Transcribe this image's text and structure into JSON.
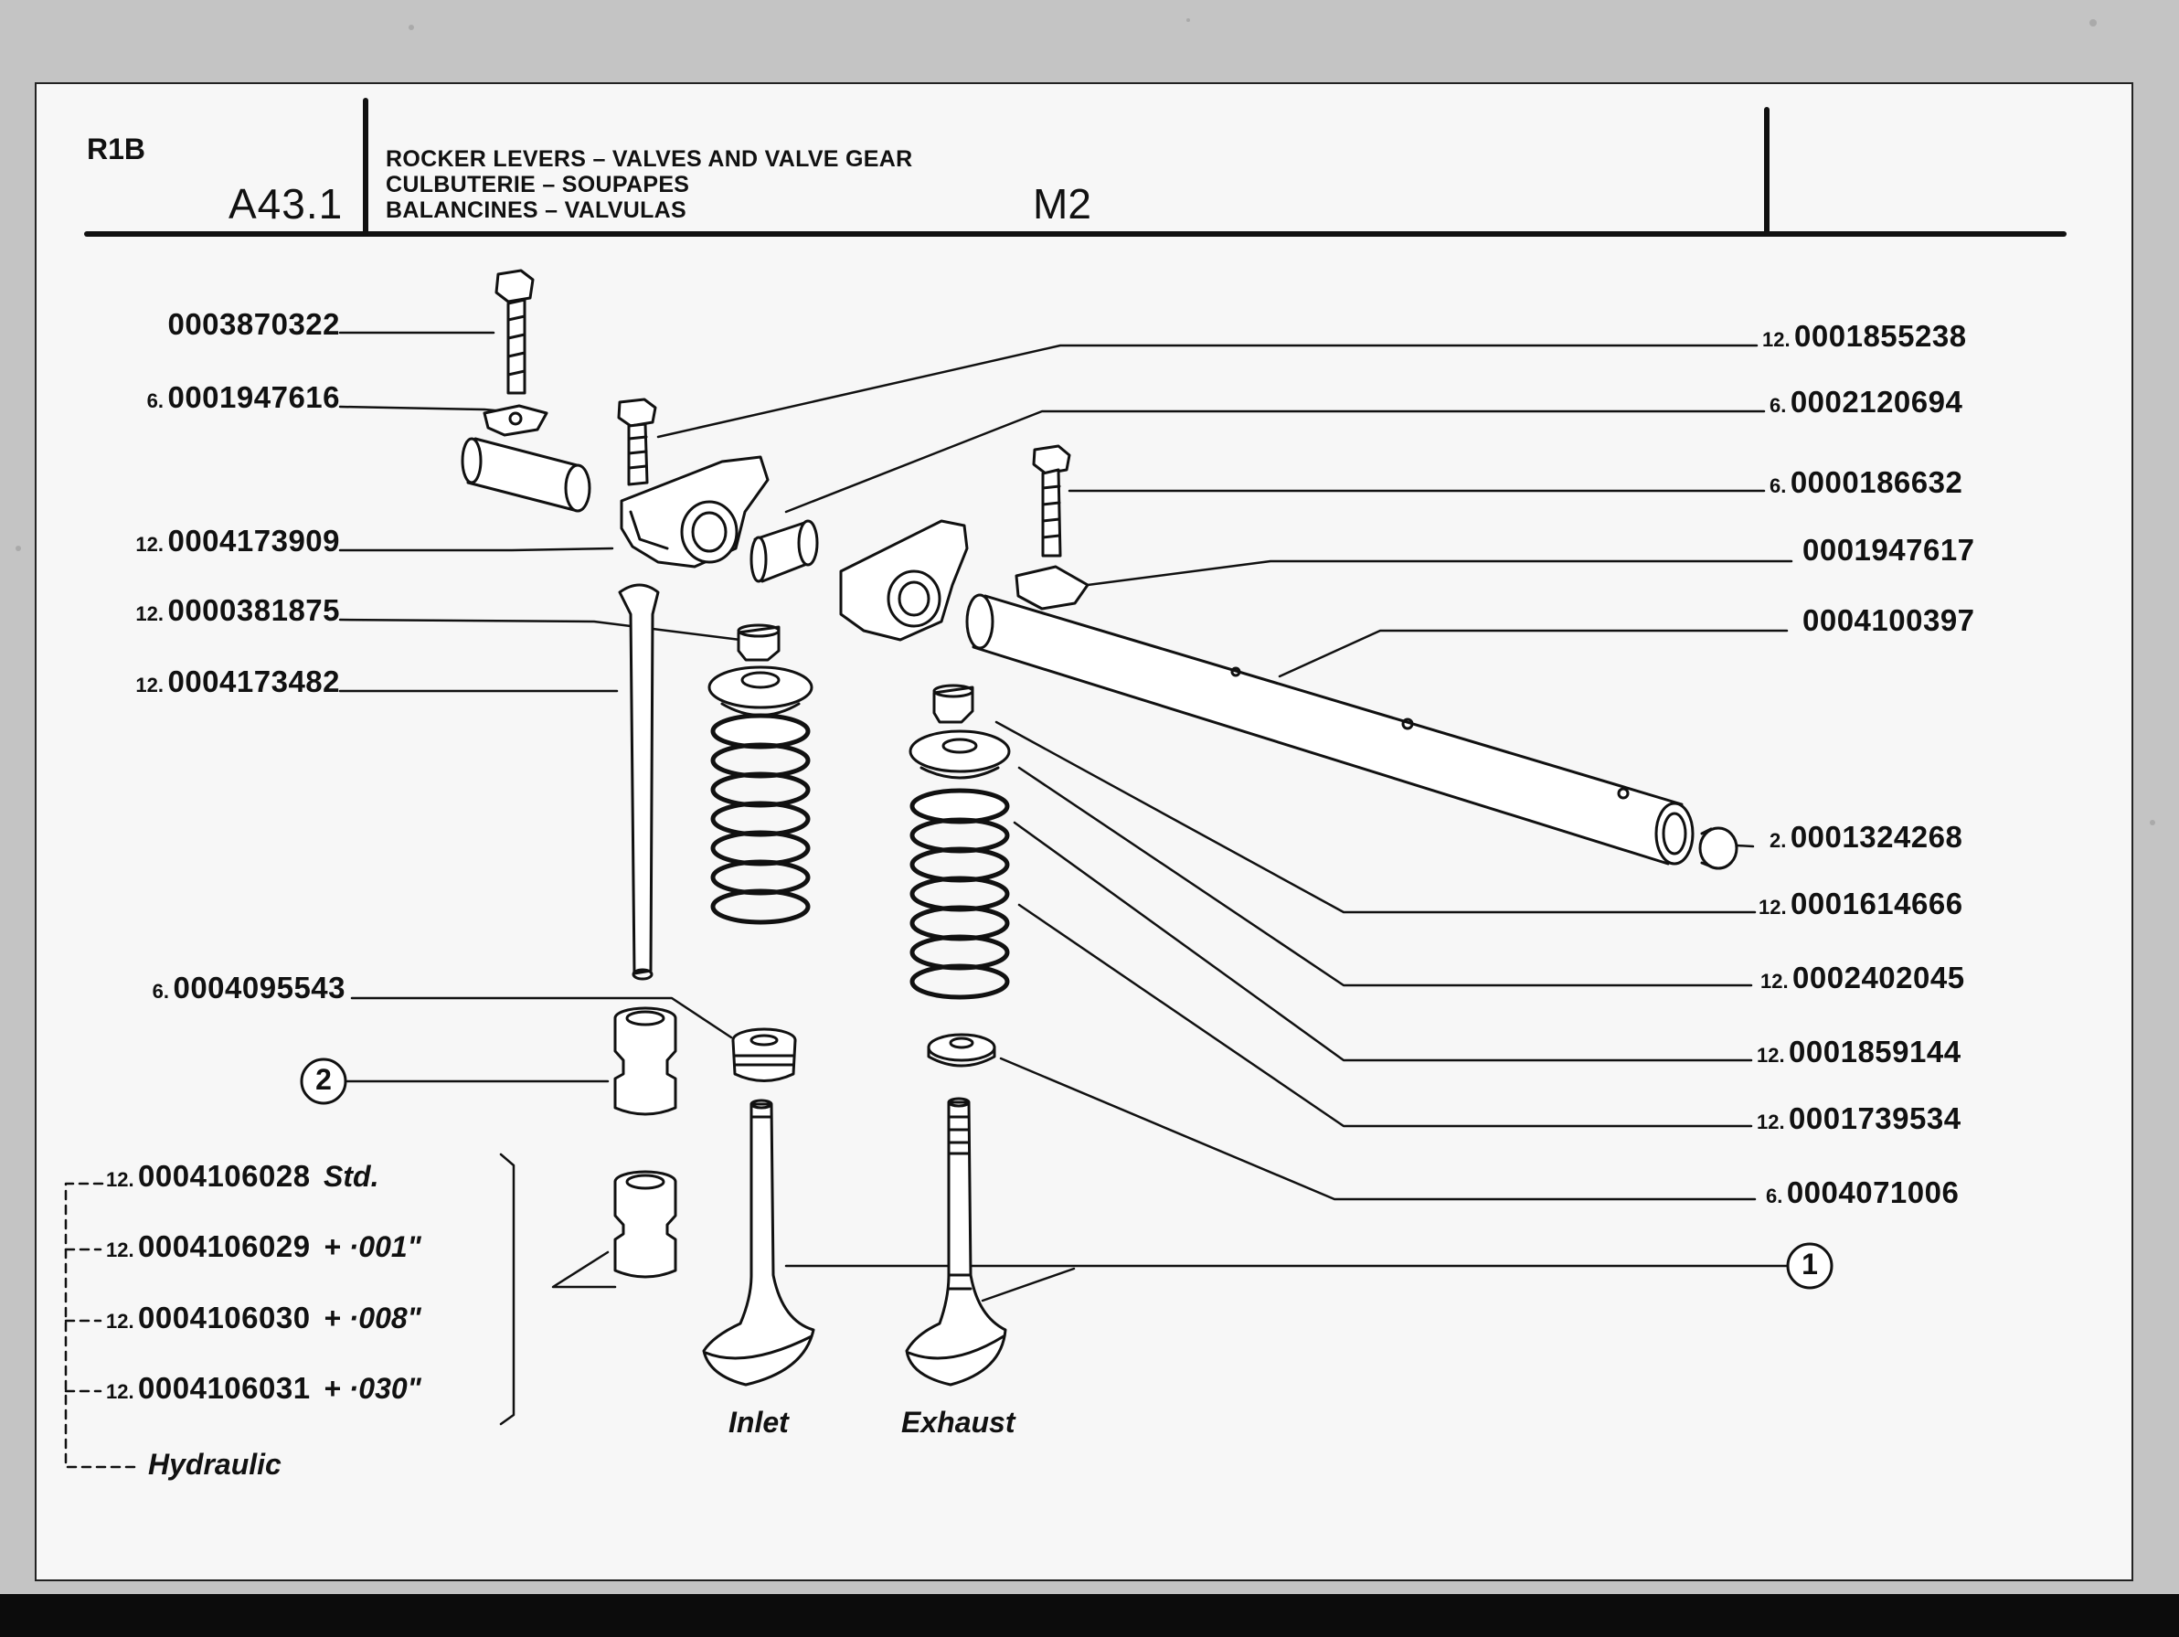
{
  "header": {
    "plate_code": "R1B",
    "page_code": "A43.1",
    "title_en": "ROCKER LEVERS – VALVES AND VALVE GEAR",
    "title_fr": "CULBUTERIE – SOUPAPES",
    "title_es": "BALANCINES – VALVULAS",
    "section_code": "M2"
  },
  "parts_left": [
    {
      "qty": "",
      "pn": "0003870322"
    },
    {
      "qty": "6.",
      "pn": "0001947616"
    },
    {
      "qty": "12.",
      "pn": "0004173909"
    },
    {
      "qty": "12.",
      "pn": "0000381875"
    },
    {
      "qty": "12.",
      "pn": "0004173482"
    },
    {
      "qty": "6.",
      "pn": "0004095543"
    }
  ],
  "parts_right": [
    {
      "qty": "12.",
      "pn": "0001855238"
    },
    {
      "qty": "6.",
      "pn": "0002120694"
    },
    {
      "qty": "6.",
      "pn": "0000186632"
    },
    {
      "qty": "",
      "pn": "0001947617"
    },
    {
      "qty": "",
      "pn": "0004100397"
    },
    {
      "qty": "2.",
      "pn": "0001324268"
    },
    {
      "qty": "12.",
      "pn": "0001614666"
    },
    {
      "qty": "12.",
      "pn": "0002402045"
    },
    {
      "qty": "12.",
      "pn": "0001859144"
    },
    {
      "qty": "12.",
      "pn": "0001739534"
    },
    {
      "qty": "6.",
      "pn": "0004071006"
    }
  ],
  "tappets": [
    {
      "qty": "12.",
      "pn": "0004106028",
      "note": "Std."
    },
    {
      "qty": "12.",
      "pn": "0004106029",
      "note": "+ ·001\""
    },
    {
      "qty": "12.",
      "pn": "0004106030",
      "note": "+ ·008\""
    },
    {
      "qty": "12.",
      "pn": "0004106031",
      "note": "+ ·030\""
    }
  ],
  "hydraulic_label": "Hydraulic",
  "callouts": {
    "one": "1",
    "two": "2"
  },
  "captions": {
    "inlet": "Inlet",
    "exhaust": "Exhaust"
  },
  "colors": {
    "ink": "#111111",
    "paper": "#f7f7f7",
    "scan_background": "#c9c9c9",
    "bottom_bar": "#0c0c0c"
  }
}
